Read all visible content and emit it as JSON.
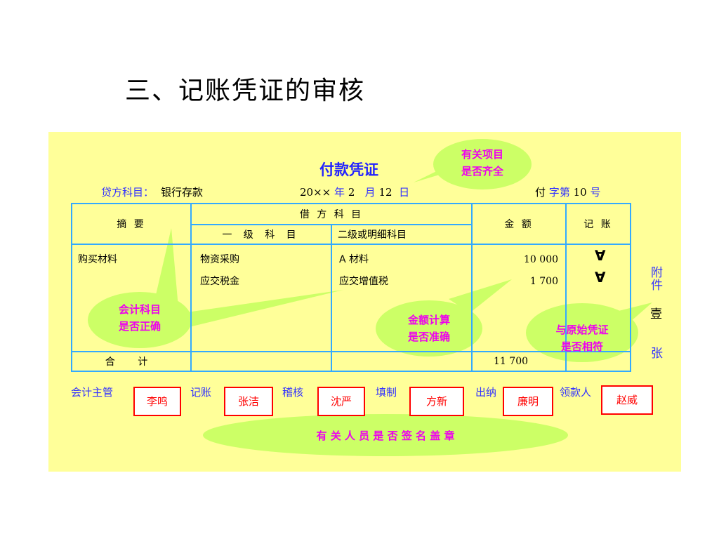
{
  "slide": {
    "title": "三、记账凭证的审核"
  },
  "voucher": {
    "title": "付款凭证",
    "credit_account_label": "贷方科目：",
    "credit_account_value": "银行存款",
    "date": {
      "year": "20××",
      "year_suffix": "年",
      "month": "2",
      "month_suffix": "月",
      "day": "12",
      "day_suffix": "日"
    },
    "number": {
      "type": "付",
      "zi": "字",
      "di": "第",
      "value": "10",
      "hao": "号"
    },
    "headers": {
      "summary": "摘 要",
      "debit_account": "借 方 科 目",
      "level1": "一 级 科 目",
      "level2": "二级或明细科目",
      "amount": "金 额",
      "posting": "记 账"
    },
    "summary": "购买材料",
    "rows": [
      {
        "level1": "物资采购",
        "level2": "A 材料",
        "amount": "10 000",
        "mark": "∀"
      },
      {
        "level1": "应交税金",
        "level2": "应交增值税",
        "amount": "1 700",
        "mark": "∀"
      }
    ],
    "total_label": "合 计",
    "total_amount": "11 700",
    "attachment": {
      "fu": "附",
      "jian": "件",
      "count": "壹",
      "zhang": "张"
    }
  },
  "signatures": [
    {
      "role": "会计主管",
      "name": "李鸣"
    },
    {
      "role": "记账",
      "name": "张洁"
    },
    {
      "role": "稽核",
      "name": "沈严"
    },
    {
      "role": "填制",
      "name": "方新"
    },
    {
      "role": "出纳",
      "name": "廉明"
    },
    {
      "role": "领款人",
      "name": "赵威"
    }
  ],
  "callouts": {
    "items_complete_line1": "有关项目",
    "items_complete_line2": "是否齐全",
    "accounts_correct_line1": "会计科目",
    "accounts_correct_line2": "是否正确",
    "amount_accurate_line1": "金额计算",
    "amount_accurate_line2": "是否准确",
    "match_original_line1": "与原始凭证",
    "match_original_line2": "是否相符",
    "signatures_check": "有 关 人 员 是 否 签 名 盖 章"
  },
  "colors": {
    "panel_bg": "#ffff99",
    "table_border": "#33aaff",
    "label_blue": "#3333ff",
    "callout_green": "#ccff66",
    "callout_text": "#ee00ee",
    "signature_red": "#ff0000"
  }
}
